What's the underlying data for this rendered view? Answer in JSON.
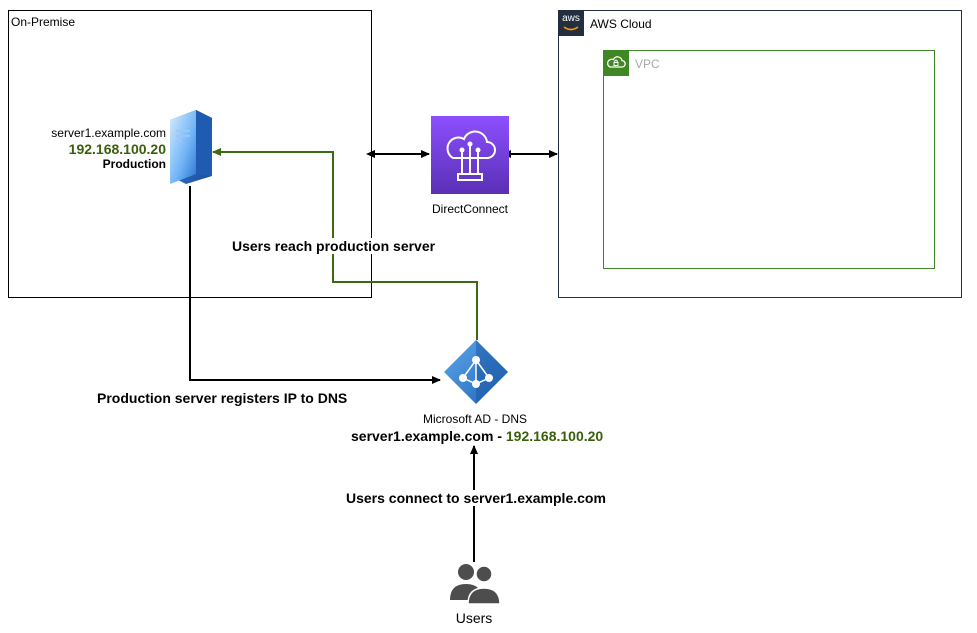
{
  "groups": {
    "onprem": "On-Premise",
    "aws": "AWS Cloud",
    "aws_badge": "aws",
    "vpc": "VPC"
  },
  "server": {
    "hostname": "server1.example.com",
    "ip": "192.168.100.20",
    "role": "Production"
  },
  "directconnect": {
    "label": "DirectConnect"
  },
  "dns": {
    "label": "Microsoft AD - DNS",
    "record_host": "server1.example.com - ",
    "record_ip": "192.168.100.20"
  },
  "users": {
    "label": "Users"
  },
  "edges": {
    "reach": "Users reach production server",
    "register": "Production server registers IP to DNS",
    "connect": "Users connect to server1.example.com"
  },
  "colors": {
    "green_line": "#3a6b12",
    "vpc_border": "#3f8624",
    "aws_purple_top": "#8c4fff",
    "aws_purple_bottom": "#5a30b5",
    "azure_blue": "#2f7fd3"
  }
}
